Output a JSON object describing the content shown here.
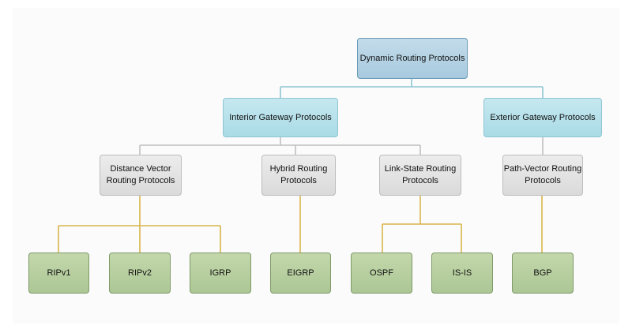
{
  "root": {
    "label": "Dynamic Routing Protocols"
  },
  "gateways": [
    {
      "label": "Interior Gateway Protocols"
    },
    {
      "label": "Exterior Gateway Protocols"
    }
  ],
  "categories": [
    {
      "label": "Distance Vector Routing Protocols"
    },
    {
      "label": "Hybrid Routing Protocols"
    },
    {
      "label": "Link-State Routing Protocols"
    },
    {
      "label": "Path-Vector Routing Protocols"
    }
  ],
  "protocols": [
    {
      "label": "RIPv1"
    },
    {
      "label": "RIPv2"
    },
    {
      "label": "IGRP"
    },
    {
      "label": "EIGRP"
    },
    {
      "label": "OSPF"
    },
    {
      "label": "IS-IS"
    },
    {
      "label": "BGP"
    }
  ],
  "colors": {
    "root": "#a7c9de",
    "gateway": "#a9dbe6",
    "category": "#dadada",
    "protocol": "#acc795",
    "gateway_link": "#8fc5d2",
    "category_link": "#c0c0c0",
    "protocol_link": "#d8b54a"
  }
}
